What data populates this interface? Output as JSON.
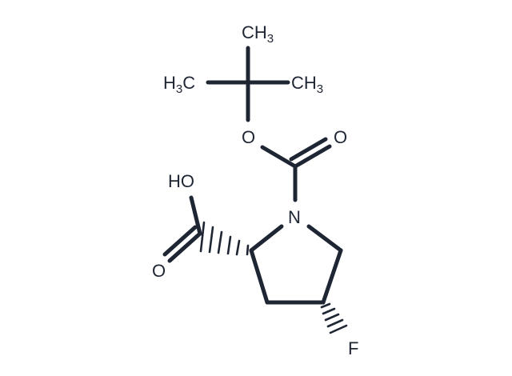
{
  "molecule": {
    "atoms": {
      "ch3_top": {
        "symbol": "CH",
        "sub": "3"
      },
      "h3c_left": {
        "pre": "H",
        "sub": "3",
        "symbol": "C"
      },
      "ch3_right": {
        "symbol": "CH",
        "sub": "3"
      },
      "o_ester": "O",
      "o_carbonyl": "O",
      "n_ring": "N",
      "oh": "HO",
      "o_acid": "O",
      "f": "F"
    },
    "colors": {
      "ink": "#1e2533",
      "background": "#ffffff"
    }
  }
}
